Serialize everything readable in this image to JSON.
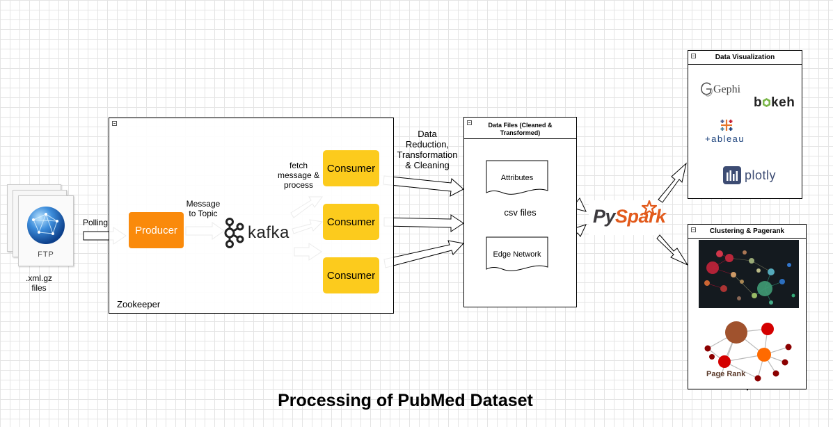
{
  "title": "Processing of PubMed Dataset",
  "source": {
    "icon": "ftp-globe-icon",
    "icon_label": "FTP",
    "caption": ".xml.gz\nfiles"
  },
  "edge_labels": {
    "polling": "Polling",
    "message_to_topic": "Message\nto Topic",
    "fetch": "fetch\nmessage &\nprocess",
    "data_reduction": "Data\nReduction,\nTransformation\n& Cleaning"
  },
  "zookeeper": {
    "label": "Zookeeper"
  },
  "producer": {
    "label": "Producer"
  },
  "kafka": {
    "label": "kafka",
    "icon": "kafka-logo-icon"
  },
  "consumers": [
    {
      "label": "Consumer"
    },
    {
      "label": "Consumer"
    },
    {
      "label": "Consumer"
    }
  ],
  "data_files": {
    "title": "Data Files (Cleaned &\nTransformed)",
    "files": [
      {
        "label": "Attributes"
      },
      {
        "label": "Edge Network"
      }
    ],
    "caption": "csv files"
  },
  "pyspark": {
    "prefix": "Py",
    "suffix": "Spark",
    "icon": "pyspark-star-icon"
  },
  "data_visualization": {
    "title": "Data Visualization",
    "tools": [
      {
        "label": "Gephi",
        "icon": "gephi-logo-icon"
      },
      {
        "label": "bokeh",
        "icon": "bokeh-logo-icon"
      },
      {
        "label": "+ableau",
        "icon": "tableau-logo-icon"
      },
      {
        "label": "plotly",
        "icon": "plotly-logo-icon"
      }
    ]
  },
  "clustering": {
    "title": "Clustering & Pagerank",
    "pagerank_label": "Page Rank"
  },
  "colors": {
    "producer": "#fa8a0b",
    "consumer": "#fccb1d",
    "pyspark_orange": "#e25a1c",
    "pyspark_gray": "#3c3a3e",
    "bokeh_green": "#7ab648",
    "plotly_navy": "#3d4c73",
    "pagerank_brown": "#a0522d",
    "pagerank_red": "#d40000"
  }
}
